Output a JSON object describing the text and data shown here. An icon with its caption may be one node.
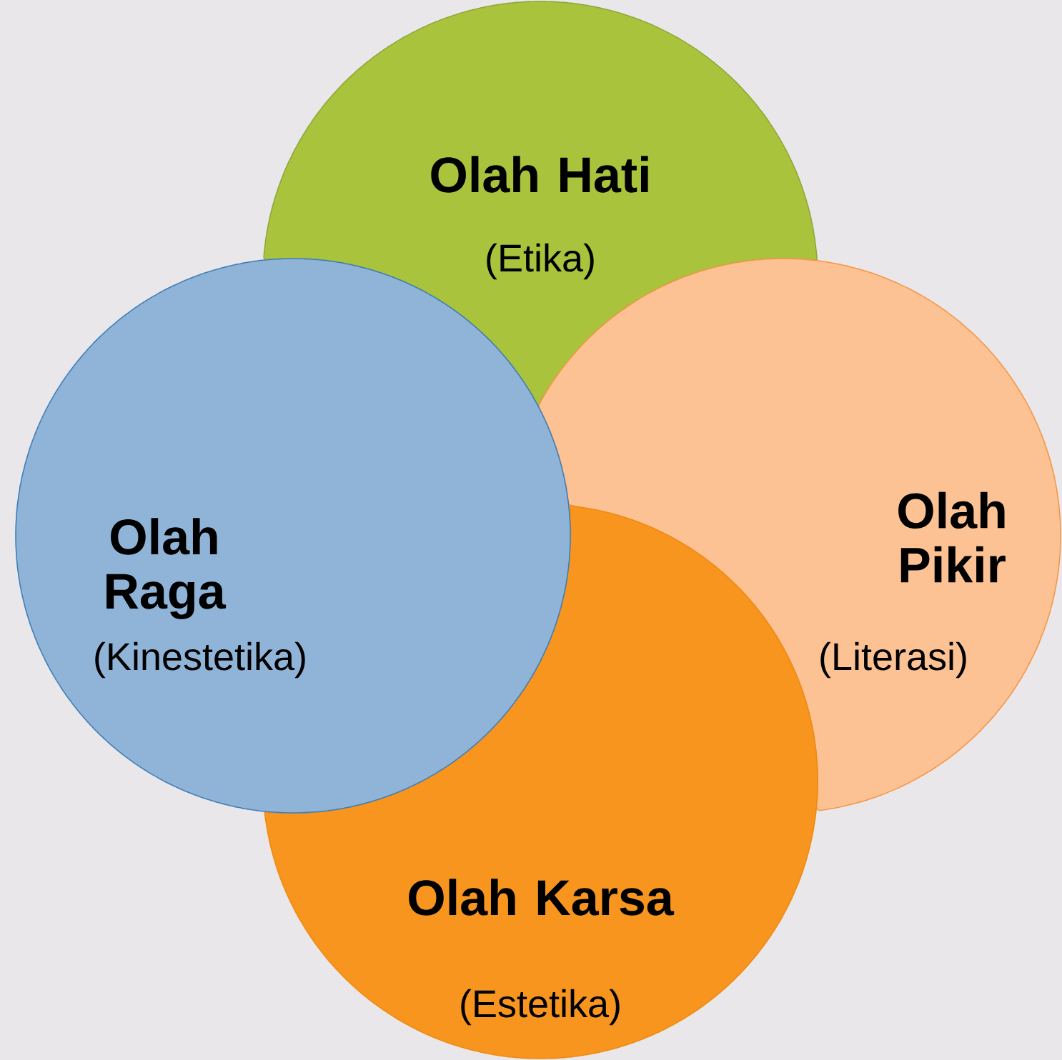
{
  "diagram": {
    "nodes": [
      {
        "text": [
          "Olah Hati",
          "(Etika)"
        ]
      },
      {
        "text": [
          "Olah Raga",
          "(Kinestetika)"
        ]
      },
      {
        "text": [
          "Olah Pikir",
          "(Literasi)"
        ]
      },
      {
        "text": [
          "Olah Karsa",
          "(Estetika)"
        ]
      }
    ]
  }
}
